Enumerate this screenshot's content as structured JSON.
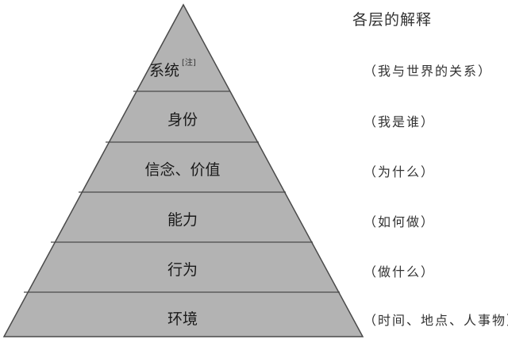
{
  "colors": {
    "fill": "#b3b3b3",
    "stroke": "#4a4a4a",
    "text": "#1a1a1a"
  },
  "pyramid": {
    "levels": [
      {
        "label": "系统",
        "note": "[注]"
      },
      {
        "label": "身份",
        "note": ""
      },
      {
        "label": "信念、价值",
        "note": ""
      },
      {
        "label": "能力",
        "note": ""
      },
      {
        "label": "行为",
        "note": ""
      },
      {
        "label": "环境",
        "note": ""
      }
    ]
  },
  "explanations": {
    "title": "各层的解释",
    "items": [
      "（我与世界的关系）",
      "（我是谁）",
      "（为什么）",
      "（如何做）",
      "（做什么）",
      "（时间、地点、人事物）"
    ]
  }
}
